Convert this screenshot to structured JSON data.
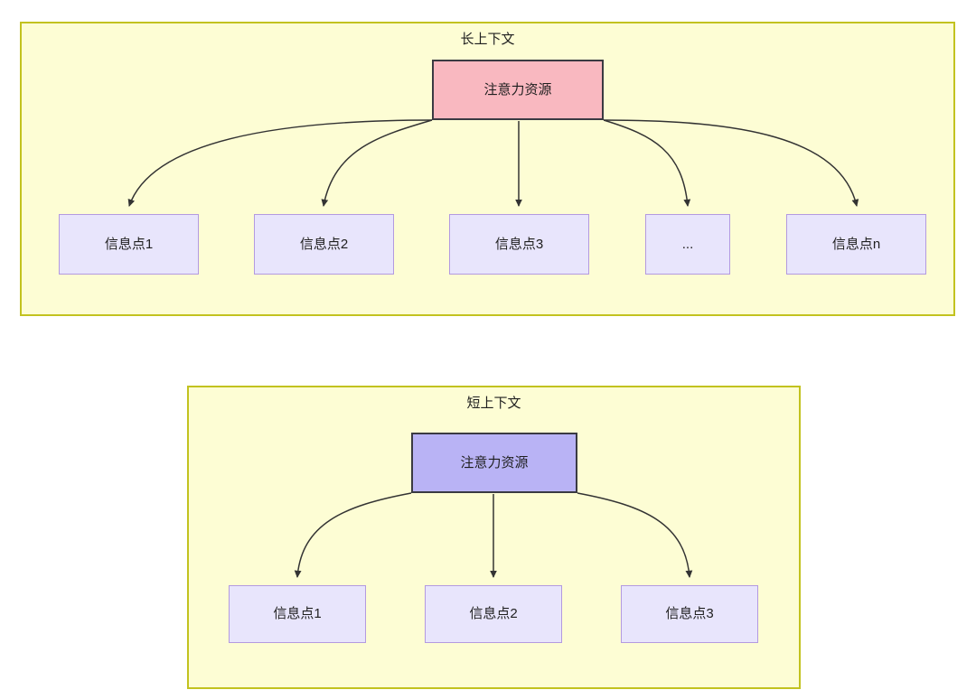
{
  "diagram": {
    "type": "flowchart",
    "background": "#ffffff",
    "colors": {
      "group_fill": "#fdfdd4",
      "group_border": "#c2c21f",
      "attention_long_fill": "#f9b8c0",
      "attention_short_fill": "#b9b3f5",
      "node_border_dark": "#3a3a42",
      "info_fill": "#e8e5fc",
      "info_border": "#b39ae0",
      "edge": "#333333",
      "text": "#1f1f1f"
    },
    "groups": [
      {
        "id": "long-context",
        "title": "长上下文",
        "attention": {
          "label": "注意力资源"
        },
        "children": [
          {
            "id": "long-info-1",
            "label": "信息点1"
          },
          {
            "id": "long-info-2",
            "label": "信息点2"
          },
          {
            "id": "long-info-3",
            "label": "信息点3"
          },
          {
            "id": "long-info-ellipsis",
            "label": "..."
          },
          {
            "id": "long-info-n",
            "label": "信息点n"
          }
        ],
        "edge_count": 5
      },
      {
        "id": "short-context",
        "title": "短上下文",
        "attention": {
          "label": "注意力资源"
        },
        "children": [
          {
            "id": "short-info-1",
            "label": "信息点1"
          },
          {
            "id": "short-info-2",
            "label": "信息点2"
          },
          {
            "id": "short-info-3",
            "label": "信息点3"
          }
        ],
        "edge_count": 3
      }
    ]
  }
}
